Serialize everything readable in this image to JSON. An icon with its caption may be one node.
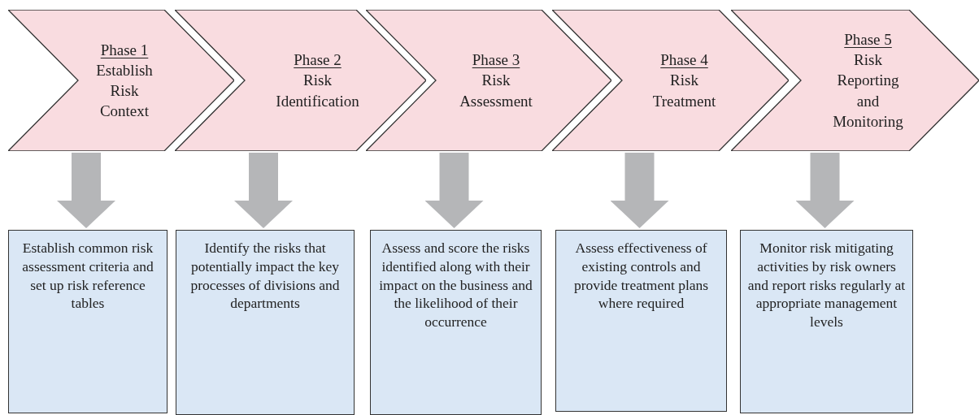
{
  "diagram": {
    "nodes": [
      {
        "text": [
          "Phase 1",
          "Establish Risk Context"
        ]
      },
      {
        "text": [
          "Phase 2",
          "Risk Identification"
        ]
      },
      {
        "text": [
          "Phase 3",
          "Risk Assessment"
        ]
      },
      {
        "text": [
          "Phase 4",
          "Risk Treatment"
        ]
      },
      {
        "text": [
          "Phase 5",
          "Risk Reporting and Monitoring"
        ]
      },
      {
        "text": [
          "Establish common risk assessment criteria and set up risk reference tables"
        ]
      },
      {
        "text": [
          "Identify the risks that potentially impact the key processes of divisions and departments"
        ]
      },
      {
        "text": [
          "Assess and score the risks identified along with their impact on the business and the likelihood of their occurrence"
        ]
      },
      {
        "text": [
          "Assess effectiveness of existing controls and provide treatment plans where required"
        ]
      },
      {
        "text": [
          "Monitor risk mitigating activities by risk owners and report risks regularly at appropriate management levels"
        ]
      }
    ],
    "edges": [
      {
        "from": 0,
        "to": 5,
        "arrow": "to"
      },
      {
        "from": 1,
        "to": 6,
        "arrow": "to"
      },
      {
        "from": 2,
        "to": 7,
        "arrow": "to"
      },
      {
        "from": 3,
        "to": 8,
        "arrow": "to"
      },
      {
        "from": 4,
        "to": 9,
        "arrow": "to"
      }
    ]
  }
}
